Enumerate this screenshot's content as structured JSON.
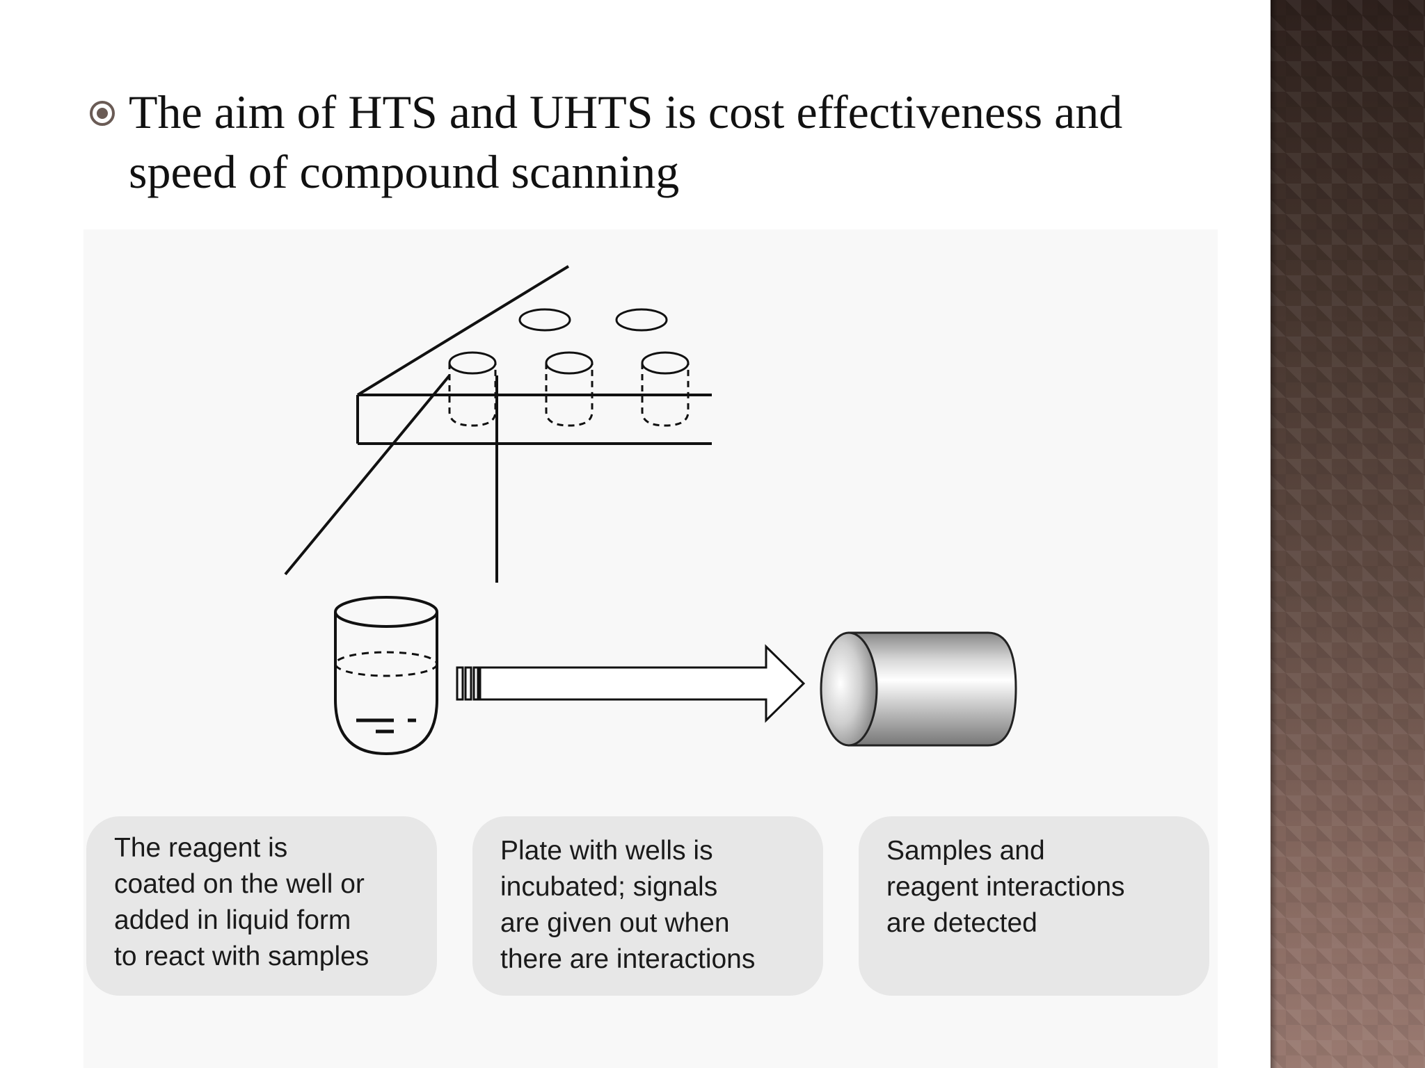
{
  "slide": {
    "bullet_text": "The aim of HTS and UHTS is cost effectiveness and speed of compound scanning"
  },
  "diagram": {
    "captions": [
      "The reagent is\ncoated on the well or\nadded in liquid form\nto react with samples",
      "Plate with wells is\nincubated; signals\nare given out when\nthere are interactions",
      "Samples and\nreagent interactions\nare detected"
    ],
    "icons": [
      "microplate-icon",
      "well-icon",
      "beaker-icon",
      "arrow-icon",
      "detector-cylinder-icon"
    ],
    "colors": {
      "caption_background": "#e7e7e7",
      "line": "#111111",
      "side_panel": "#5f4a42"
    }
  }
}
